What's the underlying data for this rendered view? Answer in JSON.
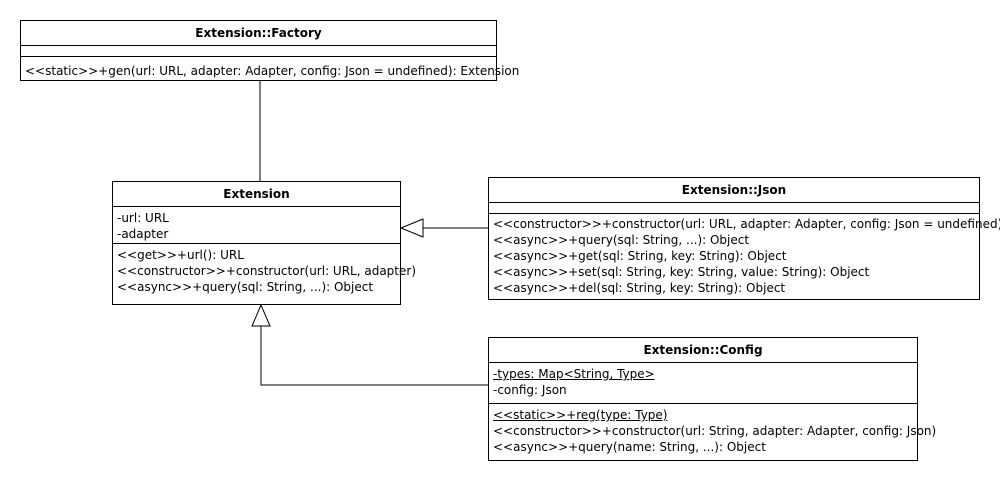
{
  "classes": {
    "factory": {
      "name": "Extension::Factory",
      "attributes": [],
      "operations": [
        "<<static>>+gen(url: URL, adapter: Adapter, config: Json = undefined): Extension"
      ]
    },
    "extension": {
      "name": "Extension",
      "attributes": [
        "-url: URL",
        "-adapter"
      ],
      "operations": [
        "<<get>>+url(): URL",
        "<<constructor>>+constructor(url: URL, adapter)",
        "<<async>>+query(sql: String, ...): Object"
      ]
    },
    "json": {
      "name": "Extension::Json",
      "attributes": [],
      "operations": [
        "<<constructor>>+constructor(url: URL, adapter: Adapter, config: Json = undefined)",
        "<<async>>+query(sql: String, ...): Object",
        "<<async>>+get(sql: String, key: String): Object",
        "<<async>>+set(sql: String, key: String, value: String): Object",
        "<<async>>+del(sql: String, key: String): Object"
      ]
    },
    "config": {
      "name": "Extension::Config",
      "attributes": [
        "-types: Map<String, Type>",
        "-config: Json"
      ],
      "operations": [
        "<<static>>+reg(type: Type)",
        "<<constructor>>+constructor(url: String, adapter: Adapter, config: Json)",
        "<<async>>+query(name: String, ...): Object"
      ]
    }
  }
}
